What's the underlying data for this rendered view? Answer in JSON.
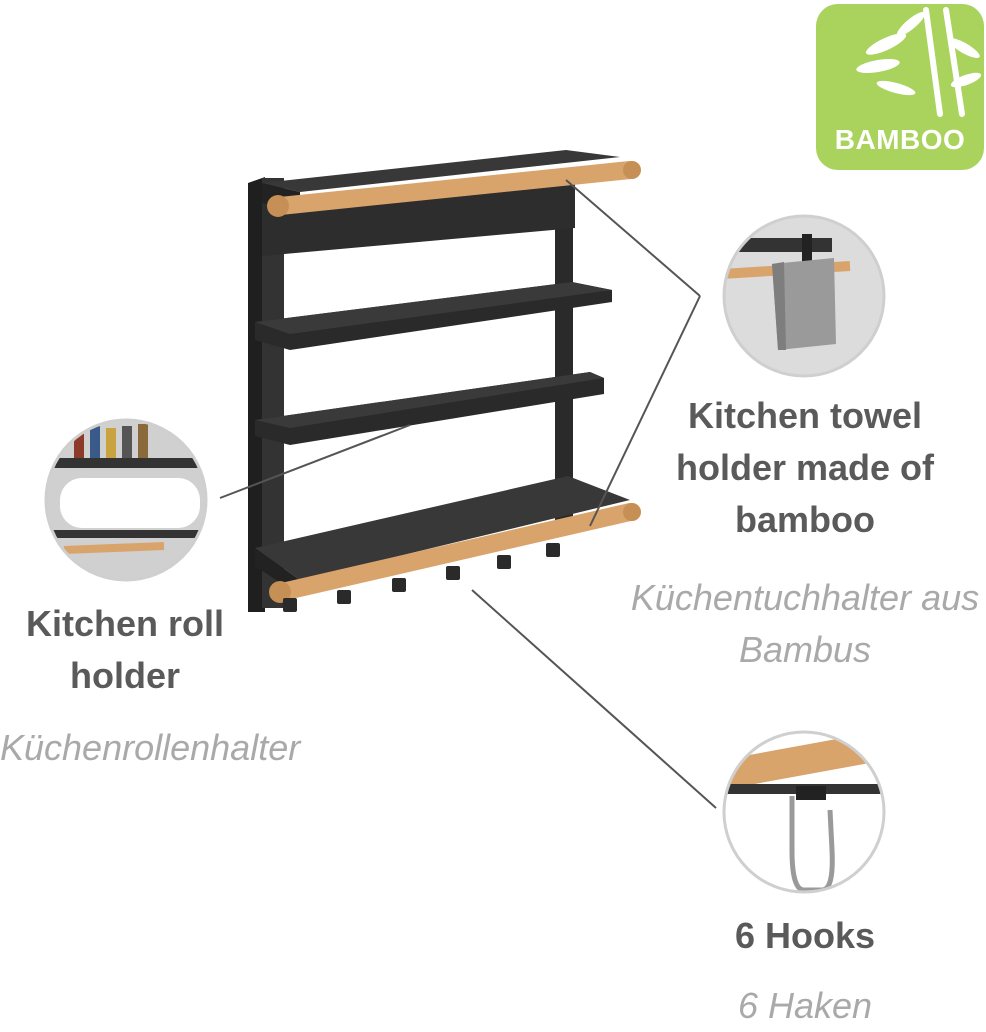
{
  "badge": {
    "label": "BAMBOO",
    "icon": "bamboo-icon",
    "color": "#a9d35c"
  },
  "features": {
    "towel_holder": {
      "title": "Kitchen towel holder made of bamboo",
      "subtitle": "Küchentuchhalter aus Bambus"
    },
    "roll_holder": {
      "title": "Kitchen roll holder",
      "subtitle": "Küchenrollenhalter"
    },
    "hooks": {
      "title": "6 Hooks",
      "subtitle": "6 Haken"
    }
  },
  "colors": {
    "metal": "#2b2b2b",
    "bamboo": "#d9a46b",
    "label": "#5a5a5a",
    "sublabel": "#a9a9a9"
  }
}
